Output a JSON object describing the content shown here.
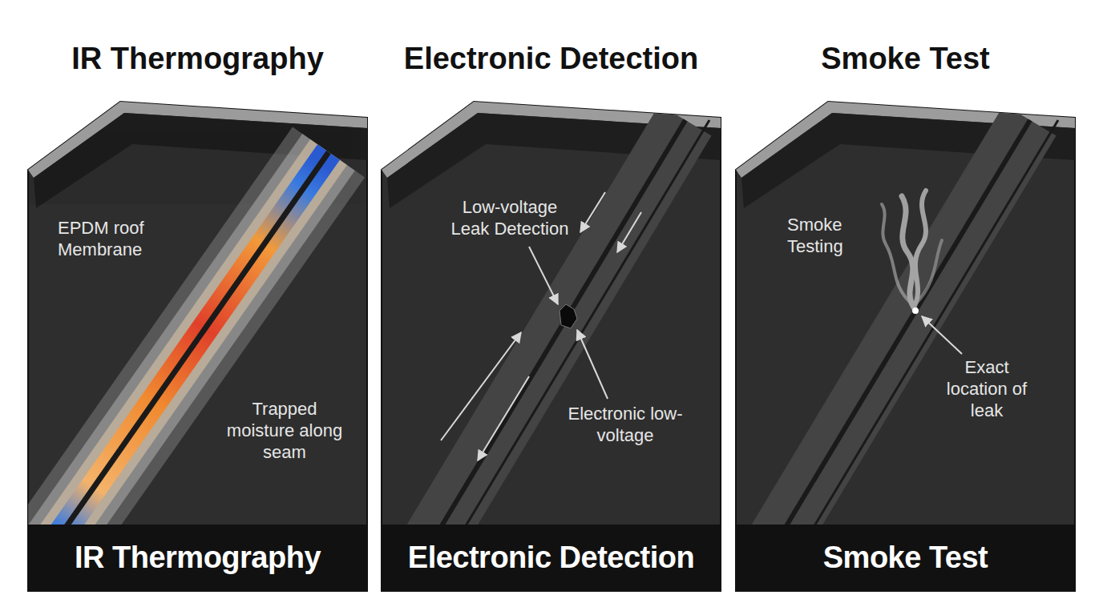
{
  "diagram": {
    "nodes": [
      {
        "text": [
          "IR Thermography"
        ]
      },
      {
        "text": [
          "IR Thermography"
        ],
        "in": 0
      },
      {
        "text": [
          "Electronic Detection"
        ]
      },
      {
        "text": [
          "Electronic Detection"
        ],
        "in": 2
      },
      {
        "text": [
          "Smoke Test"
        ]
      },
      {
        "text": [
          "Smoke Test"
        ],
        "in": 4
      }
    ],
    "labels": [
      "EPDM roof Membrane",
      "Trapped moisture along seam",
      "Low-voltage Leak Detection",
      "Electronic low-voltage",
      "Smoke Testing",
      "Exact location of leak"
    ]
  }
}
